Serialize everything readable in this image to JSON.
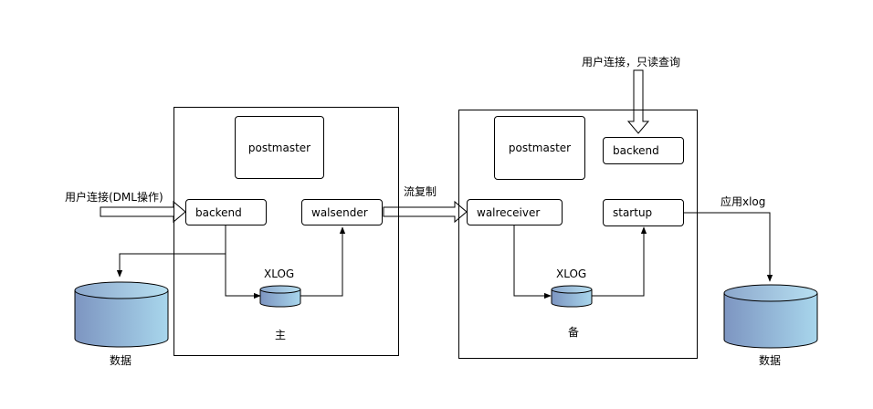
{
  "primary": {
    "caption": "主",
    "postmaster": "postmaster",
    "backend": "backend",
    "walsender": "walsender",
    "xlog": "XLOG"
  },
  "standby": {
    "caption": "备",
    "postmaster": "postmaster",
    "backend": "backend",
    "walreceiver": "walreceiver",
    "startup": "startup",
    "xlog": "XLOG"
  },
  "edges": {
    "user_dml": "用户连接(DML操作)",
    "user_readonly": "用户连接，只读查询",
    "stream_replication": "流复制",
    "apply_xlog": "应用xlog"
  },
  "databases": {
    "left": "数据",
    "right": "数据"
  },
  "colors": {
    "db_light": "#a9d4ea",
    "db_dark": "#7a93bf",
    "stroke": "#000000"
  }
}
